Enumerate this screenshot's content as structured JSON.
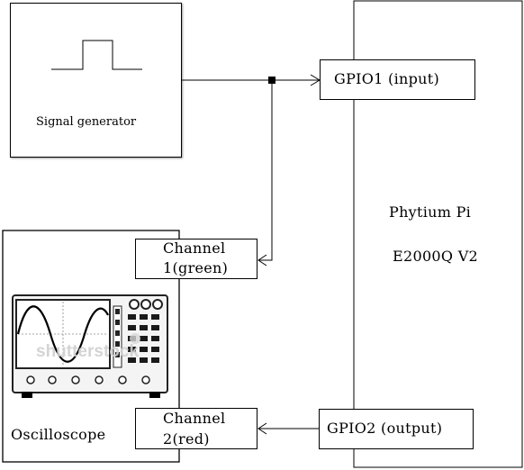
{
  "signal_generator": {
    "label": "Signal generator"
  },
  "board": {
    "name_line1": "Phytium Pi",
    "name_line2": "E2000Q V2"
  },
  "gpio1": {
    "label": "GPIO1 (input)"
  },
  "gpio2": {
    "label": "GPIO2 (output)"
  },
  "channel1": {
    "line1": "Channel",
    "line2": "1(green)"
  },
  "channel2": {
    "line1": "Channel",
    "line2": "2(red)"
  },
  "oscilloscope": {
    "label": "Oscilloscope",
    "watermark": "shutterstock"
  }
}
